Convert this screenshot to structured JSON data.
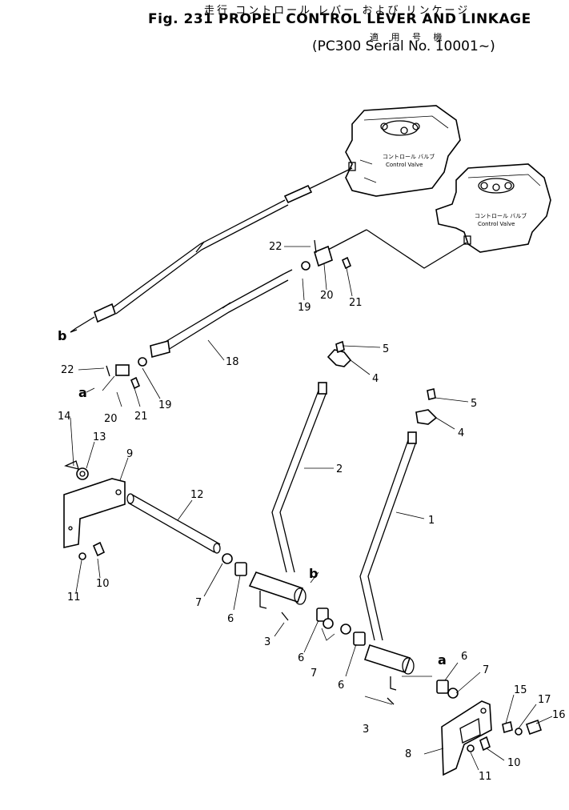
{
  "header": {
    "jp_title": "走行 コントロール レバー および リンケージ",
    "fig_title": "Fig. 231  PROPEL CONTROL LEVER AND LINKAGE",
    "jp_applicable": "適 用 号 機",
    "serial": "(PC300 Serial No. 10001~)"
  },
  "valves": [
    {
      "jp": "コントロール バルブ",
      "en": "Control Valve"
    },
    {
      "jp": "コントロール バルブ",
      "en": "Control Valve"
    }
  ],
  "callouts": {
    "c1": "1",
    "c2": "2",
    "c3a": "3",
    "c3b": "3",
    "c4a": "4",
    "c4b": "4",
    "c5a": "5",
    "c5b": "5",
    "c6a": "6",
    "c6b": "6",
    "c6c": "6",
    "c6d": "6",
    "c7a": "7",
    "c7b": "7",
    "c7c": "7",
    "c8": "8",
    "c9": "9",
    "c10a": "10",
    "c10b": "10",
    "c11a": "11",
    "c11b": "11",
    "c12": "12",
    "c13": "13",
    "c14": "14",
    "c15": "15",
    "c16": "16",
    "c17": "17",
    "c18": "18",
    "c19a": "19",
    "c19b": "19",
    "c20a": "20",
    "c20b": "20",
    "c21a": "21",
    "c21b": "21",
    "c22a": "22",
    "c22b": "22",
    "ref_a1": "a",
    "ref_a2": "a",
    "ref_b1": "b",
    "ref_b2": "b"
  }
}
